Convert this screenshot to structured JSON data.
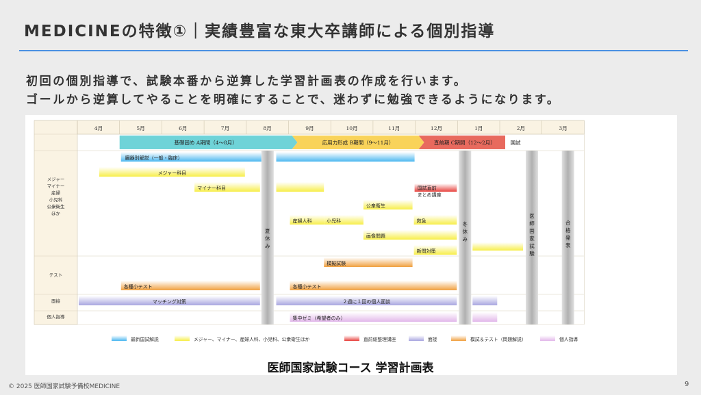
{
  "header": {
    "title": "MEDICINEの特徴①｜実績豊富な東大卒講師による個別指導"
  },
  "intro": {
    "line1": "初回の個別指導で、試験本番から逆算した学習計画表の作成を行います。",
    "line2": "ゴールから逆算してやることを明確にすることで、迷わずに勉強できるようになります。"
  },
  "schedule": {
    "months": [
      "4月",
      "5月",
      "6月",
      "7月",
      "8月",
      "9月",
      "10月",
      "11月",
      "12月",
      "1月",
      "2月",
      "3月"
    ],
    "rows": {
      "main": "メジャー\nマイナー\n産婦\n小児科\n公衆衛生\nほか",
      "test": "テスト",
      "interview": "面接",
      "personal": "個人指導"
    },
    "phases": {
      "a": "基礎固め A期間（4〜8月）",
      "b": "応用力形成 B期間（9〜11月）",
      "c": "直前期 C期間（12〜2月）",
      "exam": "国試"
    },
    "breaks": {
      "summer": "夏休み",
      "winter": "冬休み",
      "exam_col": "医師国家試験",
      "result_col": "合格発表"
    },
    "bars": {
      "organ": "臓器別解説（一般・臨床）",
      "major": "メジャー科目",
      "minor": "マイナー科目",
      "public": "公衆衛生",
      "obgyn": "産婦人科",
      "peds": "小児科",
      "emerg": "救急",
      "imaging": "画像問題",
      "final_line1": "国試直前",
      "final_line2": "まとめ講座",
      "new_q": "新問対策",
      "mock": "模擬試験",
      "quiz1": "各種小テスト",
      "quiz2": "各種小テスト",
      "matching": "マッチング対策",
      "biweekly": "２週に１回の個人面談",
      "intensive": "集中ゼミ（希望者のみ）"
    },
    "legend": [
      {
        "label": "最新国試解説",
        "color": "#4db8f0"
      },
      {
        "label": "メジャー、マイナー、産婦人科、小児科、公衆衛生ほか",
        "color": "#f7ee4a"
      },
      {
        "label": "直前総整理講座",
        "color": "#e8433f"
      },
      {
        "label": "面接",
        "color": "#a9a6e0"
      },
      {
        "label": "模試＆テスト（問題解説）",
        "color": "#f0a040"
      },
      {
        "label": "個人指導",
        "color": "#e2b8ea"
      }
    ]
  },
  "caption": "医師国家試験コース 学習計画表",
  "footer": {
    "copyright": "© 2025 医師国家試験予備校MEDICINE",
    "page": "9"
  }
}
